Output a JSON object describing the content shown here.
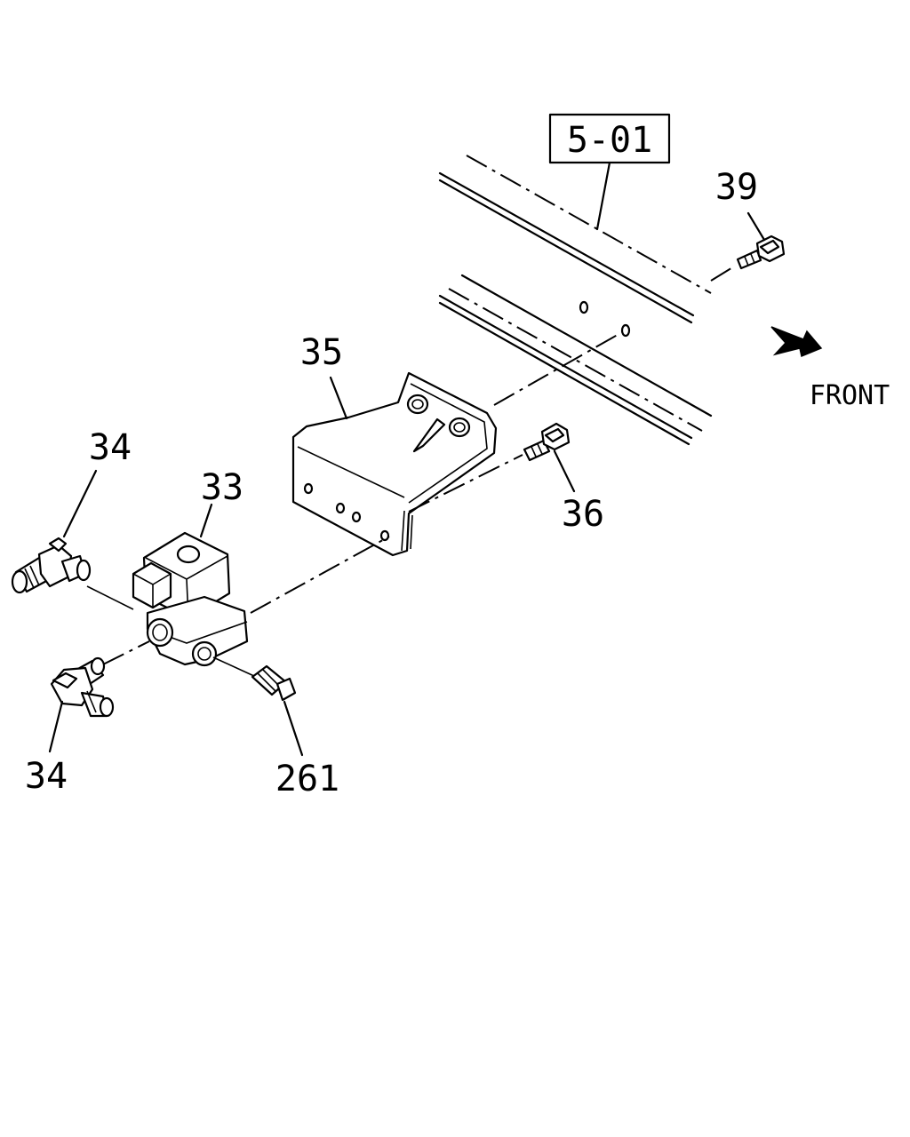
{
  "ref_box": {
    "label": "5-01"
  },
  "direction": {
    "label": "FRONT"
  },
  "callouts": [
    {
      "id": "p39",
      "label": "39"
    },
    {
      "id": "p35",
      "label": "35"
    },
    {
      "id": "p34a",
      "label": "34"
    },
    {
      "id": "p33",
      "label": "33"
    },
    {
      "id": "p36",
      "label": "36"
    },
    {
      "id": "p34b",
      "label": "34"
    },
    {
      "id": "p261",
      "label": "261"
    }
  ]
}
